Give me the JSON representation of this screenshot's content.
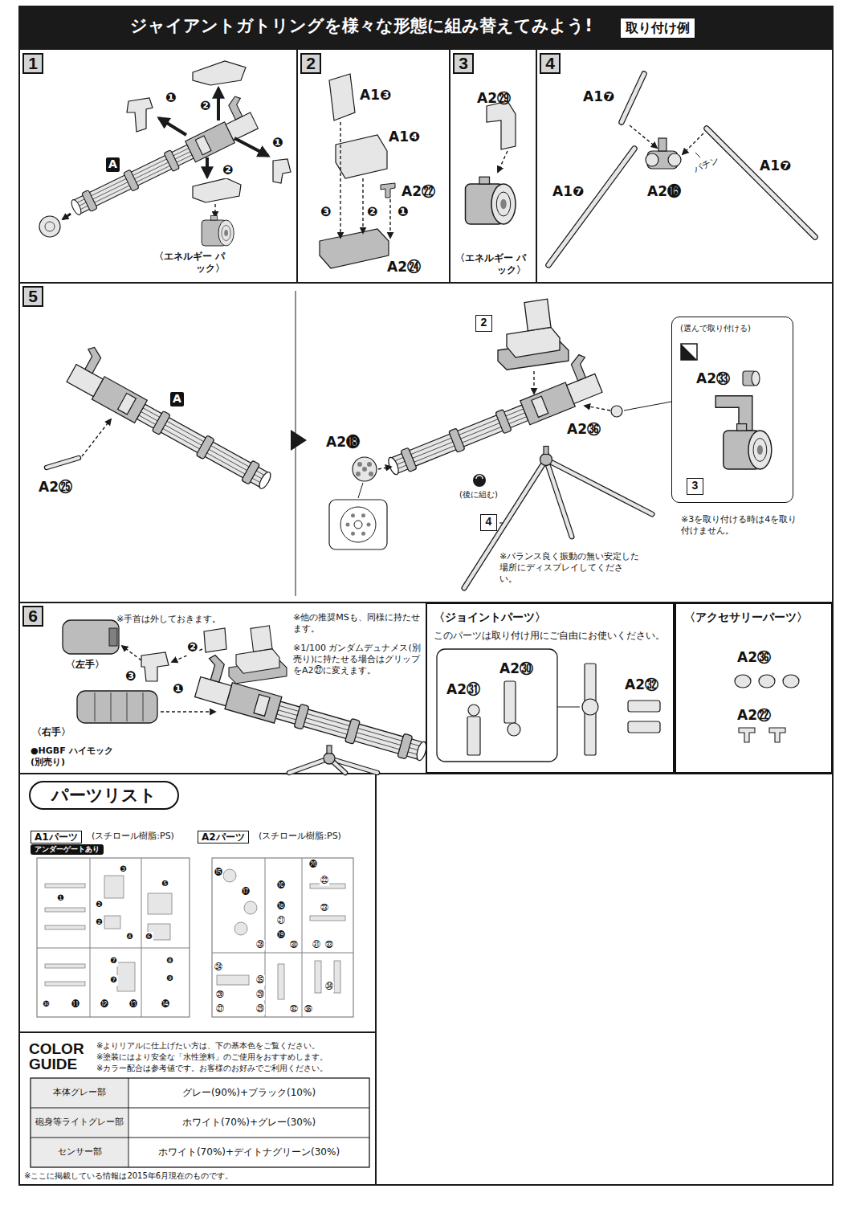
{
  "diagram": {
    "title": "ジャイアントガトリングを様々な形態に組み替えてみよう!",
    "nodes": [
      {
        "text": [
          "取り付け例"
        ]
      },
      {
        "text": [
          "1"
        ]
      },
      {
        "text": [
          "2"
        ]
      },
      {
        "text": [
          "3"
        ]
      },
      {
        "text": [
          "4"
        ]
      },
      {
        "text": [
          "5"
        ]
      },
      {
        "text": [
          "2"
        ]
      },
      {
        "text": [
          "(選んで取り付ける)",
          "A2㉝"
        ]
      },
      {
        "text": [
          "3"
        ],
        "in": 7
      },
      {
        "text": [
          "4"
        ]
      },
      {
        "text": [
          "6"
        ]
      },
      {
        "text": [
          "〈ジョイントパーツ〉",
          "このパーツは取り付け用にご自由にお使いください。"
        ]
      },
      {
        "text": [
          "〈アクセサリーパーツ〉"
        ]
      },
      {
        "text": [
          "パーツリスト"
        ]
      },
      {
        "text": [
          "A1パーツ"
        ]
      },
      {
        "text": [
          "アンダーゲートあり"
        ]
      },
      {
        "text": [
          "A2パーツ"
        ]
      }
    ],
    "labels": [
      "❶",
      "❷",
      "❶",
      "❷",
      "A",
      "〈エネルギー パック〉",
      "A1❸",
      "A1❹",
      "A2㉒",
      "❸",
      "❷",
      "❶",
      "A2㉔",
      "A2㉙",
      "〈エネルギー パック〉",
      "A1❼",
      "A1❼",
      "A2⓰",
      "パチン",
      "A1❼",
      "A",
      "A2㉕",
      "A2⓲",
      "A2㊱",
      "(後に組む)",
      "※3を取り付ける時は4を取り付けません。",
      "※バランス良く振動の無い安定した場所にディスプレイしてください。",
      "※手首は外しておきます。",
      "〈左手〉",
      "〈右手〉",
      "❸",
      "❷",
      "❶",
      "●HGBF ハイモック(別売り)",
      "※他の推奨MSも、同様に持たせます。",
      "※1/100 ガンダムデュナメス(別売り)に持たせる場合はグリップをA2㉗に変えます。",
      "A2㉛",
      "A2㉚",
      "A2㉜",
      "A2㊱",
      "A2㉒",
      "(スチロール樹脂:PS)",
      "(スチロール樹脂:PS)",
      "❶",
      "❷",
      "❷",
      "❸",
      "❹",
      "❺",
      "❻",
      "❼",
      "❼",
      "❽",
      "❾",
      "❿",
      "⓫",
      "⓬",
      "⓭",
      "⓮",
      "⓯",
      "⓰",
      "⓱",
      "⓲",
      "⓳",
      "⓴",
      "㉑",
      "㉒",
      "㉓",
      "㉔",
      "㉕",
      "㉖",
      "㉗",
      "㉘",
      "㉙",
      "㉚",
      "㉛",
      "㉜",
      "㉝",
      "㉞",
      "㉟",
      "㊱",
      "COLOR GUIDE",
      "※よりリアルに仕上げたい方は、下の基本色をご覧ください。",
      "※塗装にはより安全な「水性塗料」のご使用をおすすめします。",
      "※カラー配合は参考値です。お客様のお好みでご利用ください。",
      "本体グレー部",
      "グレー(90%)+ブラック(10%)",
      "砲身等ライトグレー部",
      "ホワイト(70%)+グレー(30%)",
      "センサー部",
      "ホワイト(70%)+デイトナグリーン(30%)",
      "※ここに掲載している情報は2015年6月現在のものです。"
    ]
  }
}
